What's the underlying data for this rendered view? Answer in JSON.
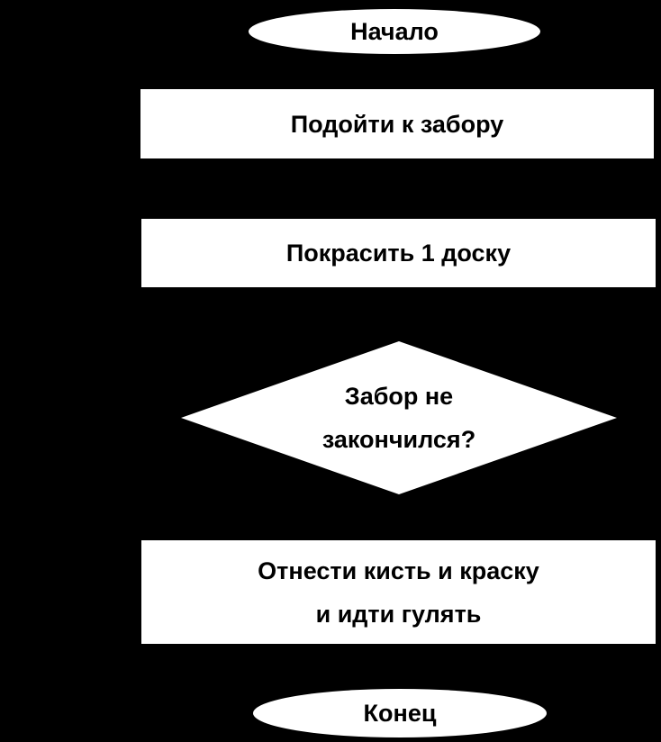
{
  "flowchart": {
    "start": "Начало",
    "step1": "Подойти к забору",
    "step2": "Покрасить 1 доску",
    "decision_line1": "Забор не",
    "decision_line2": "закончился?",
    "step3_line1": "Отнести кисть и краску",
    "step3_line2": "и идти гулять",
    "end": "Конец"
  },
  "colors": {
    "background": "#000000",
    "shape_fill": "#ffffff",
    "text": "#000000"
  }
}
